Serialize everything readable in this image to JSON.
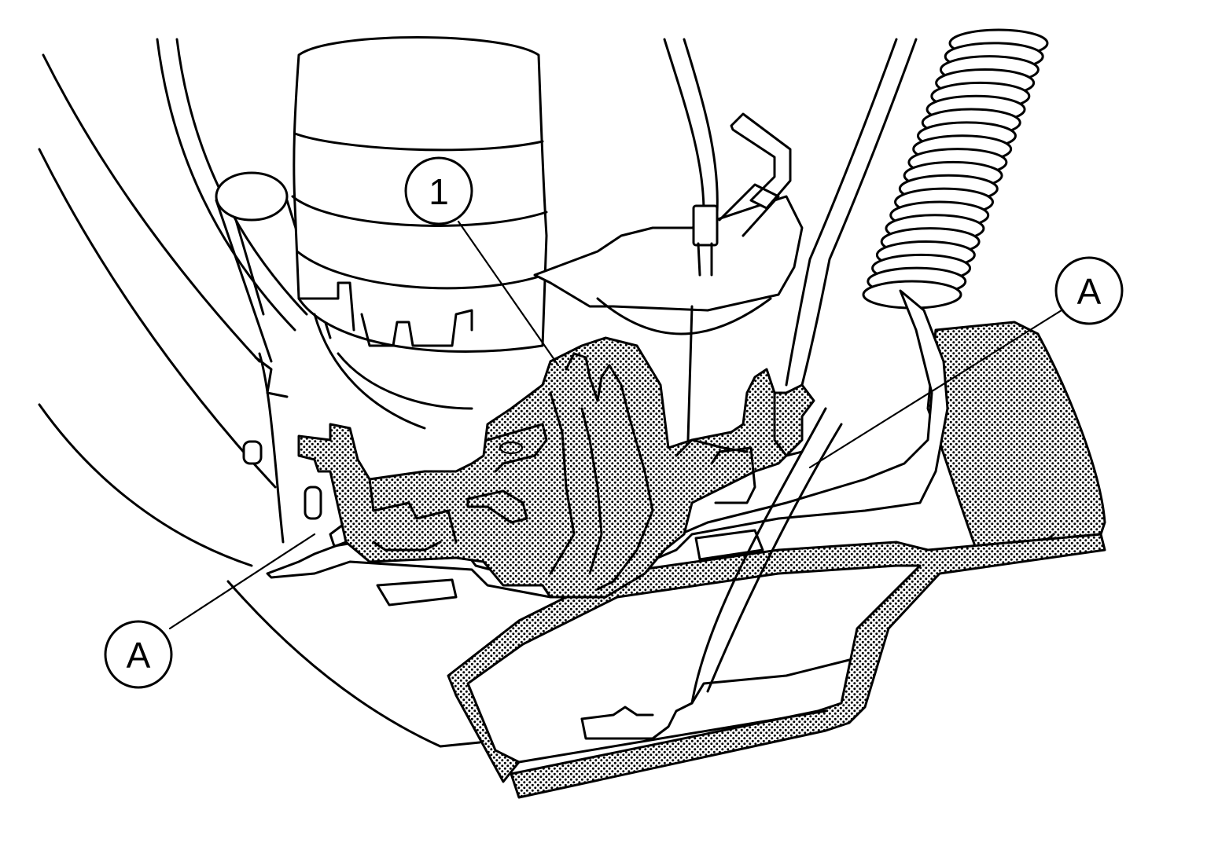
{
  "callouts": [
    {
      "id": "1",
      "label": "1"
    },
    {
      "id": "A-right",
      "label": "A"
    },
    {
      "id": "A-left",
      "label": "A"
    }
  ],
  "colors": {
    "line": "#000000",
    "background": "#ffffff",
    "highlight_pattern": "#000000"
  }
}
